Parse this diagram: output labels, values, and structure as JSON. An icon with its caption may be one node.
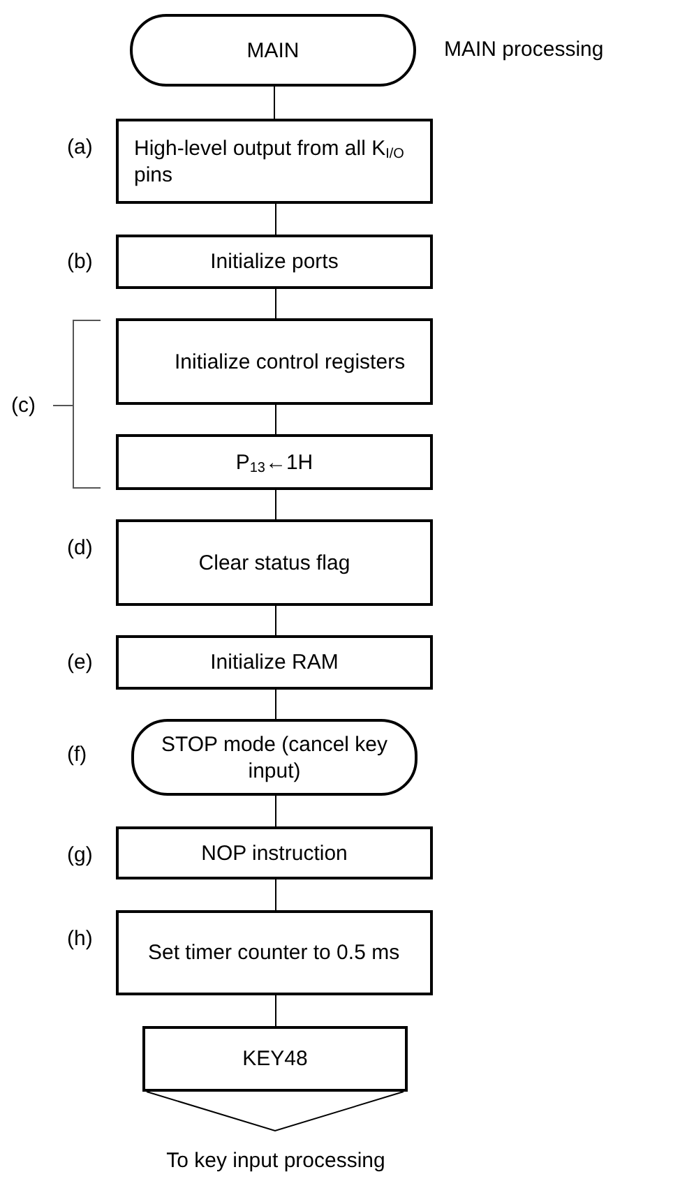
{
  "diagram": {
    "nodes": [
      {
        "text": [
          "MAIN"
        ],
        "beside": [
          "MAIN processing"
        ]
      },
      {
        "text": [
          "High-level output from all K$_{I/O}$ pins"
        ]
      },
      {
        "text": [
          "Initialize ports"
        ]
      },
      {
        "text": [
          "Initialize control registers"
        ]
      },
      {
        "text": [
          "P$_{13}$←1H"
        ]
      },
      {
        "text": [
          "Clear status flag"
        ]
      },
      {
        "text": [
          "Initialize RAM"
        ]
      },
      {
        "text": [
          "STOP mode (cancel key input)"
        ]
      },
      {
        "text": [
          "NOP instruction"
        ]
      },
      {
        "text": [
          "Set timer counter to 0.5 ms"
        ]
      },
      {
        "text": [
          "KEY48"
        ],
        "beside": [
          "To key input processing"
        ]
      }
    ],
    "edges": [
      {
        "from": 0,
        "to": 1,
        "arrow": "none"
      },
      {
        "from": 1,
        "to": 2,
        "arrow": "none"
      },
      {
        "from": 2,
        "to": 3,
        "arrow": "none"
      },
      {
        "from": 3,
        "to": 4,
        "arrow": "none"
      },
      {
        "from": 4,
        "to": 5,
        "arrow": "none"
      },
      {
        "from": 5,
        "to": 6,
        "arrow": "none"
      },
      {
        "from": 6,
        "to": 7,
        "arrow": "none"
      },
      {
        "from": 7,
        "to": 8,
        "arrow": "none"
      },
      {
        "from": 8,
        "to": 9,
        "arrow": "none"
      },
      {
        "from": 9,
        "to": 10,
        "arrow": "none"
      }
    ],
    "labels": [
      "(a)",
      "(b)",
      "(c)",
      "(d)",
      "(e)",
      "(f)",
      "(g)",
      "(h)"
    ]
  }
}
